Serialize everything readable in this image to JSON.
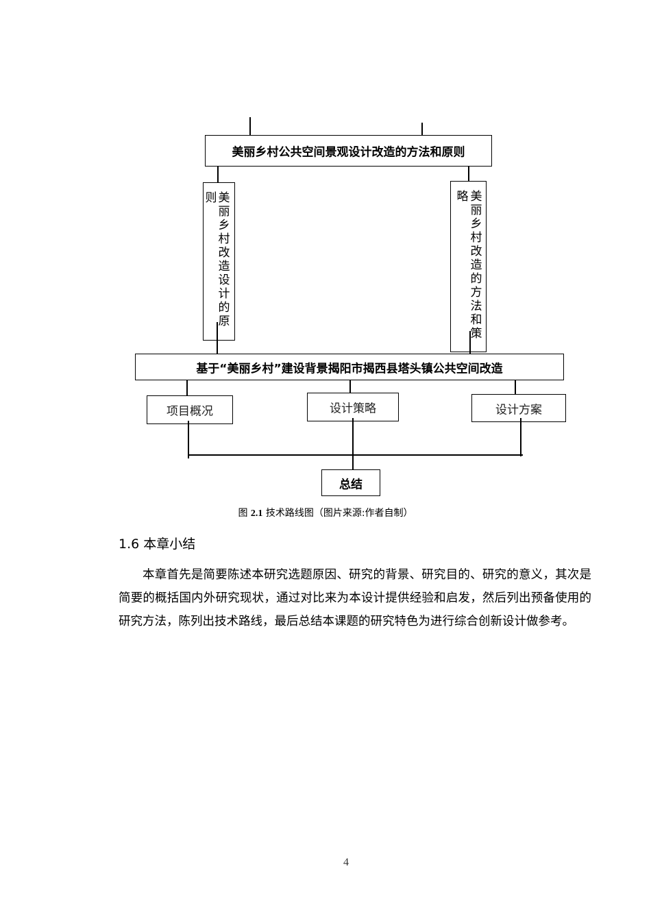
{
  "diagram": {
    "top_box": "美丽乡村公共空间景观设计改造的方法和原则",
    "left_vertical": {
      "col_right": [
        "美",
        "丽",
        "乡",
        "村",
        "改",
        "造",
        "设",
        "计",
        "的",
        "原"
      ],
      "col_left": [
        "则"
      ]
    },
    "right_vertical": {
      "col_right": [
        "美",
        "丽",
        "乡",
        "村",
        "改",
        "造",
        "的",
        "方",
        "法",
        "和",
        "策"
      ],
      "col_left": [
        "略"
      ]
    },
    "middle_box": "基于“美丽乡村”建设背景揭阳市揭西县塔头镇公共空间改造",
    "nodes": [
      {
        "label": "项目概况"
      },
      {
        "label": "设计策略"
      },
      {
        "label": "设计方案"
      }
    ],
    "summary_box": "总结"
  },
  "caption": {
    "prefix": "图",
    "number": "2.1",
    "text": "技术路线图（图片来源:作者自制）"
  },
  "section": {
    "heading": "1.6 本章小结",
    "paragraph": "本章首先是简要陈述本研究选题原因、研究的背景、研究目的、研究的意义，其次是简要的概括国内外研究现状，通过对比来为本设计提供经验和启发，然后列出预备使用的研究方法，陈列出技术路线，最后总结本课题的研究特色为进行综合创新设计做参考。"
  },
  "page_number": "4"
}
